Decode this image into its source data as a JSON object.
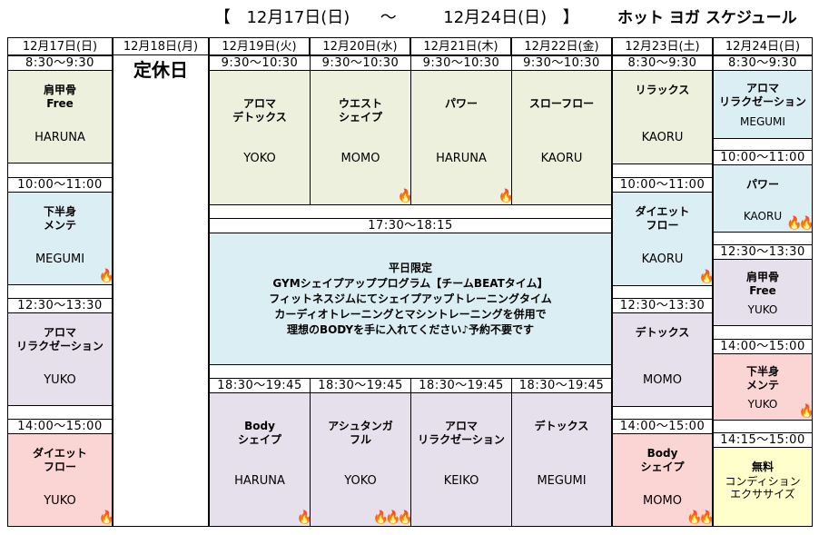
{
  "title": {
    "left_bracket": "【",
    "start": "12月17日(日)",
    "tilde": "～",
    "end": "12月24日(日)",
    "right_bracket": "】",
    "schedule_name": "ホット ヨガ スケジュール"
  },
  "days": [
    "12月17日(日)",
    "12月18日(月)",
    "12月19日(火)",
    "12月20日(水)",
    "12月21日(木)",
    "12月22日(金)",
    "12月23日(土)",
    "12月24日(日)"
  ],
  "closed_label": "定休日",
  "colors": {
    "green": "#ecf0dc",
    "blue": "#dbeef4",
    "purple": "#e6e0ec",
    "pink": "#fbd4d4",
    "yellow": "#ffffcc",
    "flame": "#f07a1c"
  },
  "classes": {
    "d17a": {
      "time": "8:30～9:30",
      "program": "肩甲骨\nFree",
      "instructor": "HARUNA",
      "flames": ""
    },
    "d17b": {
      "time": "10:00～11:00",
      "program": "下半身\nメンテ",
      "instructor": "MEGUMI",
      "flames": "🔥"
    },
    "d17c": {
      "time": "12:30～13:30",
      "program": "アロマ\nリラクゼーション",
      "instructor": "YUKO",
      "flames": ""
    },
    "d17d": {
      "time": "14:00～15:00",
      "program": "ダイエット\nフロー",
      "instructor": "YUKO",
      "flames": "🔥"
    },
    "d19a": {
      "time": "9:30～10:30",
      "program": "アロマ\nデトックス",
      "instructor": "YOKO",
      "flames": ""
    },
    "d20a": {
      "time": "9:30～10:30",
      "program": "ウエスト\nシェイプ",
      "instructor": "MOMO",
      "flames": "🔥"
    },
    "d21a": {
      "time": "9:30～10:30",
      "program": "パワー",
      "instructor": "HARUNA",
      "flames": "🔥"
    },
    "d22a": {
      "time": "9:30～10:30",
      "program": "スローフロー",
      "instructor": "KAORU",
      "flames": ""
    },
    "d19b": {
      "time": "18:30～19:45",
      "program": "Body\nシェイプ",
      "instructor": "HARUNA",
      "flames": "🔥"
    },
    "d20b": {
      "time": "18:30～19:45",
      "program": "アシュタンガ\nフル",
      "instructor": "YOKO",
      "flames": "🔥🔥🔥"
    },
    "d21b": {
      "time": "18:30～19:45",
      "program": "アロマ\nリラクゼーション",
      "instructor": "KEIKO",
      "flames": ""
    },
    "d22b": {
      "time": "18:30～19:45",
      "program": "デトックス",
      "instructor": "MEGUMI",
      "flames": ""
    },
    "d23a": {
      "time": "8:30～9:30",
      "program": "リラックス",
      "instructor": "KAORU",
      "flames": ""
    },
    "d23b": {
      "time": "10:00～11:00",
      "program": "ダイエット\nフロー",
      "instructor": "KAORU",
      "flames": "🔥"
    },
    "d23c": {
      "time": "12:30～13:30",
      "program": "デトックス",
      "instructor": "MOMO",
      "flames": ""
    },
    "d23d": {
      "time": "14:00～15:00",
      "program": "Body\nシェイプ",
      "instructor": "MOMO",
      "flames": "🔥🔥"
    },
    "d24a": {
      "time": "8:30～9:30",
      "program": "アロマ\nリラクゼーション",
      "instructor": "MEGUMI",
      "flames": ""
    },
    "d24b": {
      "time": "10:00～11:00",
      "program": "パワー",
      "instructor": "KAORU",
      "flames": "🔥🔥"
    },
    "d24c": {
      "time": "12:30～13:30",
      "program": "肩甲骨\nFree",
      "instructor": "YUKO",
      "flames": ""
    },
    "d24d": {
      "time": "14:00～15:00",
      "program": "下半身\nメンテ",
      "instructor": "YUKO",
      "flames": "🔥"
    },
    "d24e": {
      "time": "14:15～15:00",
      "program": "無料",
      "instructor": "コンディション\nエクササイズ",
      "flames": ""
    }
  },
  "weekday_program": {
    "time": "17:30～18:15",
    "lines": [
      "平日限定",
      "GYMシェイプアッププログラム【チームBEATタイム】",
      "フィットネスジムにてシェイプアップトレーニングタイム",
      "カーディオトレーニングとマシントレーニングを併用で",
      "理想のBODYを手に入れてください♪予約不要です"
    ]
  }
}
